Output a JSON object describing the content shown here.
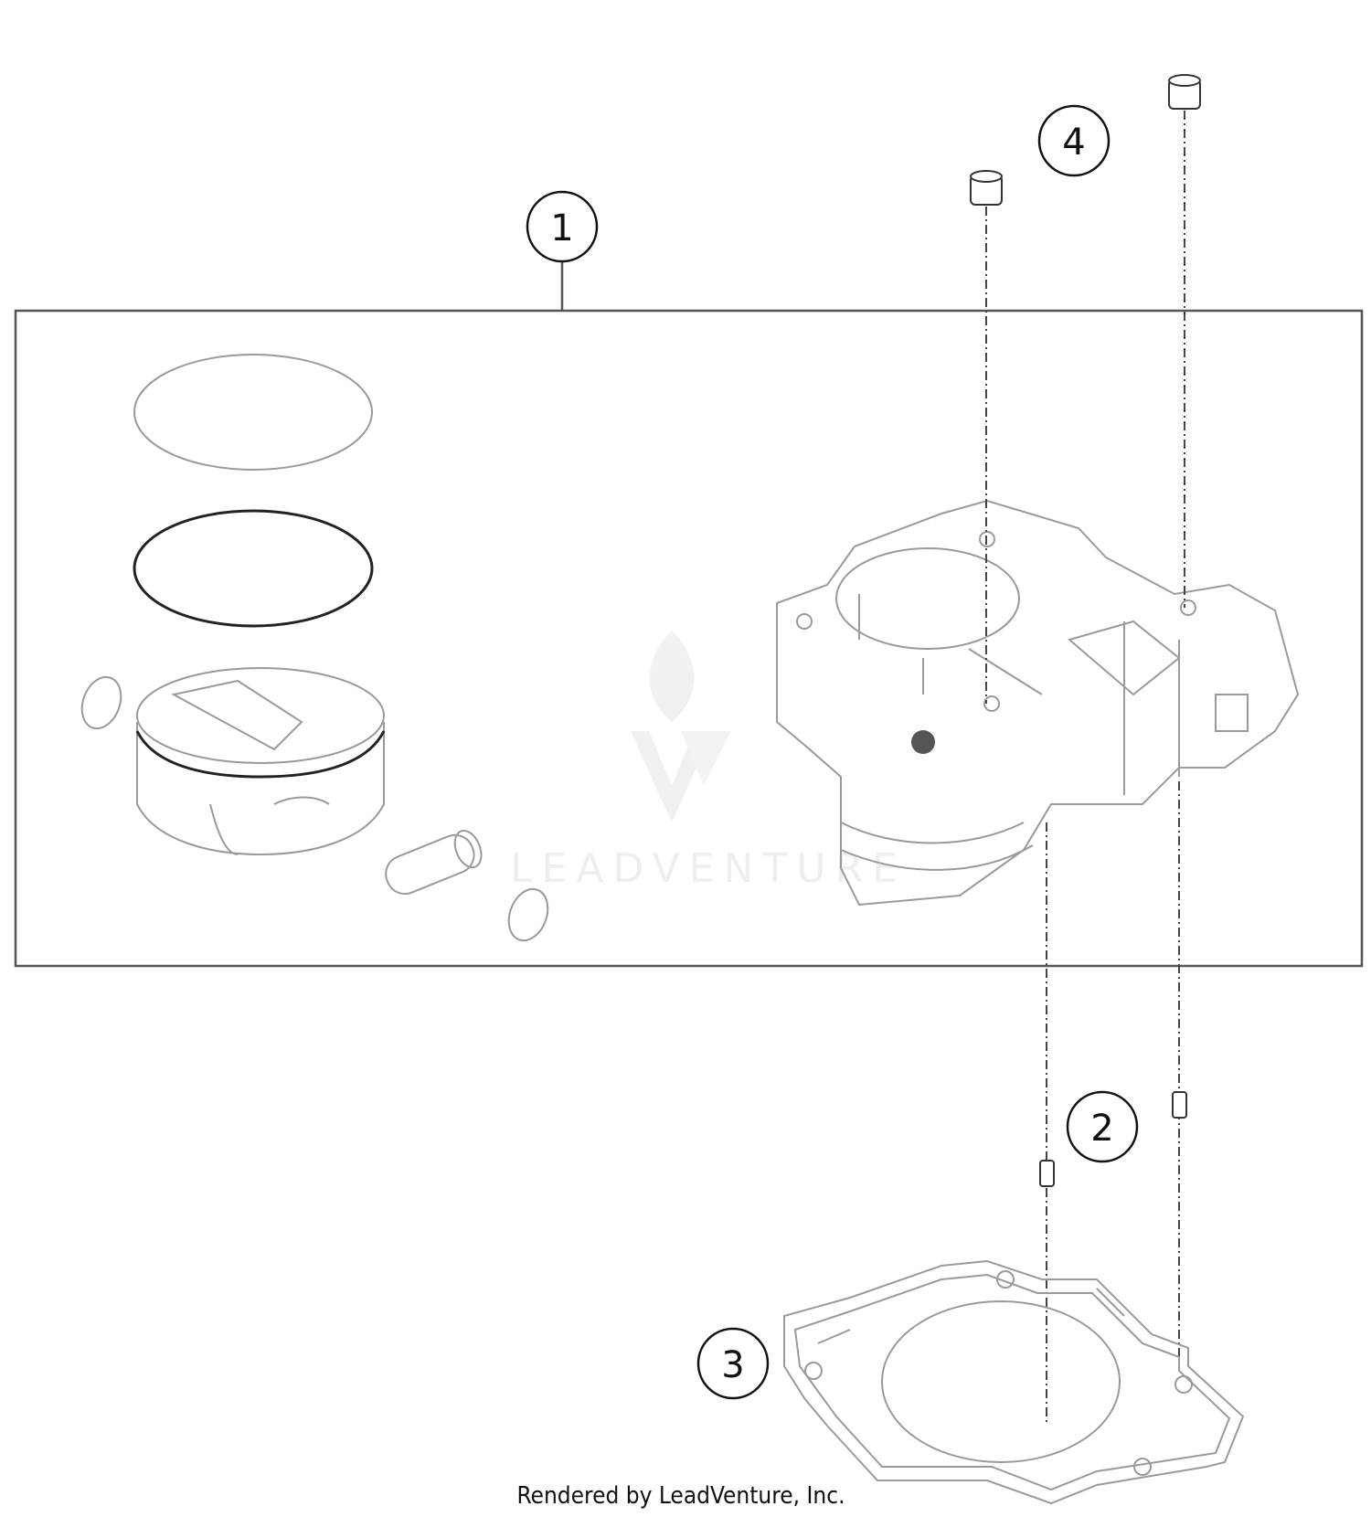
{
  "callouts": [
    {
      "id": "1",
      "label": "1"
    },
    {
      "id": "2",
      "label": "2"
    },
    {
      "id": "3",
      "label": "3"
    },
    {
      "id": "4",
      "label": "4"
    }
  ],
  "watermark": {
    "text": "LEADVENTURE"
  },
  "footer": {
    "text": "Rendered by LeadVenture, Inc."
  },
  "colors": {
    "line": "#444444",
    "part_outline": "#9a9a9a",
    "watermark": "#eeeeee"
  }
}
